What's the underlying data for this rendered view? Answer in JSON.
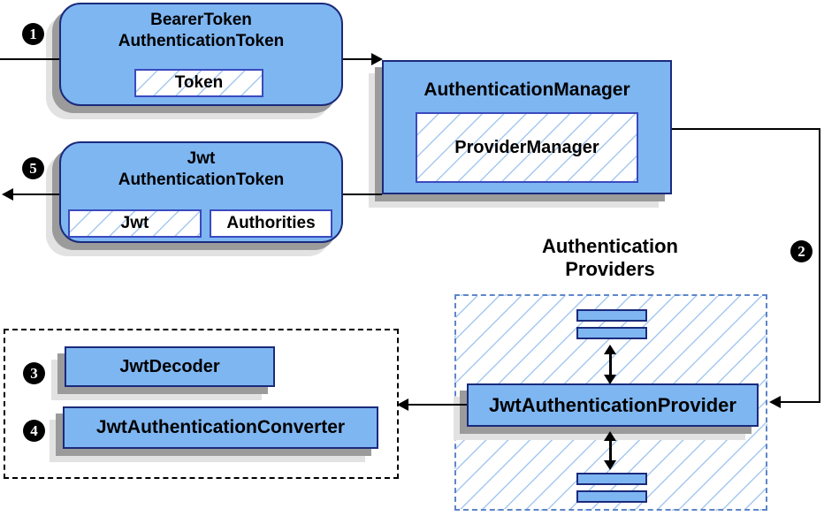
{
  "diagram": {
    "badges": {
      "b1": "1",
      "b2": "2",
      "b3": "3",
      "b4": "4",
      "b5": "5"
    },
    "nodes": {
      "bearer_token": {
        "title_line1": "BearerToken",
        "title_line2": "AuthenticationToken",
        "chip": "Token"
      },
      "authentication_manager": {
        "title": "AuthenticationManager",
        "chip": "ProviderManager"
      },
      "jwt_token": {
        "title_line1": "Jwt",
        "title_line2": "AuthenticationToken",
        "chip_jwt": "Jwt",
        "chip_authorities": "Authorities"
      },
      "providers_group": {
        "label_line1": "Authentication",
        "label_line2": "Providers"
      },
      "jwt_authentication_provider": {
        "title": "JwtAuthenticationProvider"
      },
      "jwt_decoder": {
        "title": "JwtDecoder"
      },
      "jwt_authentication_converter": {
        "title": "JwtAuthenticationConverter"
      }
    },
    "colors": {
      "node_fill": "#7EB6F2",
      "node_border": "#1B2A7B",
      "chip_border": "#3A4ABF",
      "hatch_line": "#A5C8F0",
      "providers_dash": "#5E85C8",
      "black_dash": "#000000",
      "shadow_dark": "#9B9B9B",
      "shadow_light": "#E2E2E2",
      "connector": "#000000",
      "badge_bg": "#000000",
      "badge_text": "#FFFFFF"
    }
  }
}
